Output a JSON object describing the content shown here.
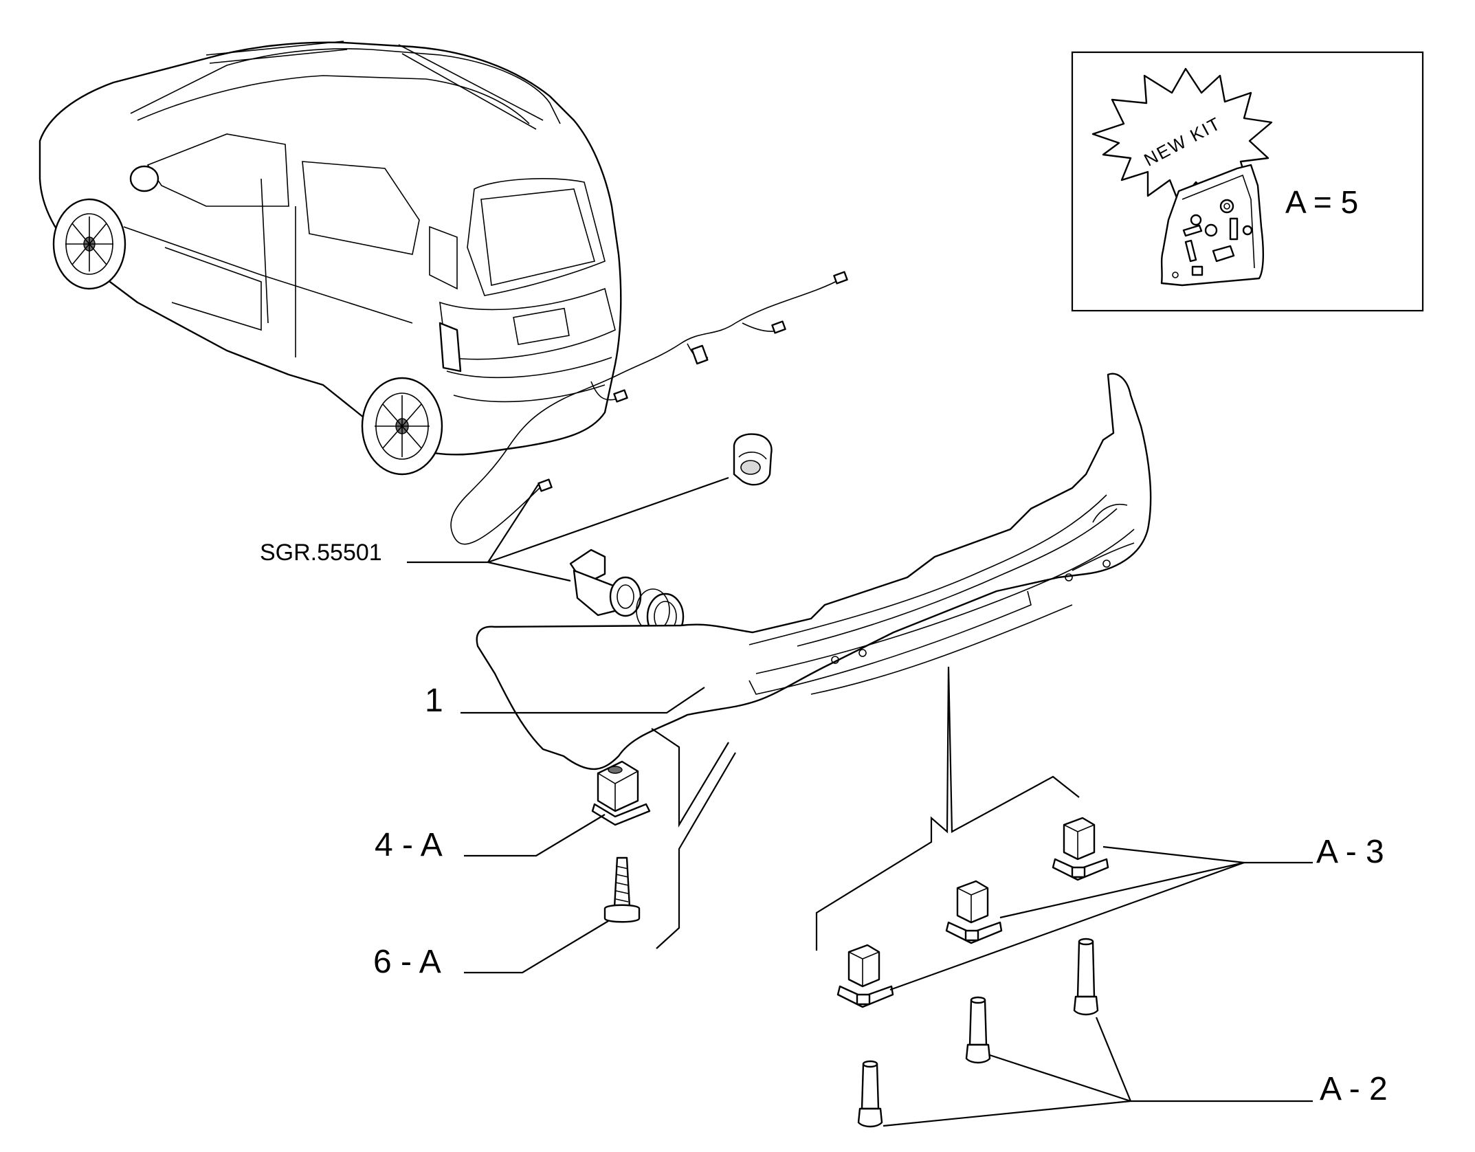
{
  "labels": {
    "sgr": "SGR.55501",
    "bumper": "1",
    "part_4a": "4 - A",
    "part_6a": "6 - A",
    "part_a3": "A - 3",
    "part_a2": "A - 2",
    "kit_qty": "A = 5",
    "kit_burst": "NEW KIT"
  },
  "icons": [
    "car-icon",
    "wiring-harness-icon",
    "sensor-clip-icon",
    "parking-sensor-icon",
    "bumper-icon",
    "bracket-icon",
    "screw-icon",
    "kit-bag-icon",
    "starburst-icon"
  ]
}
